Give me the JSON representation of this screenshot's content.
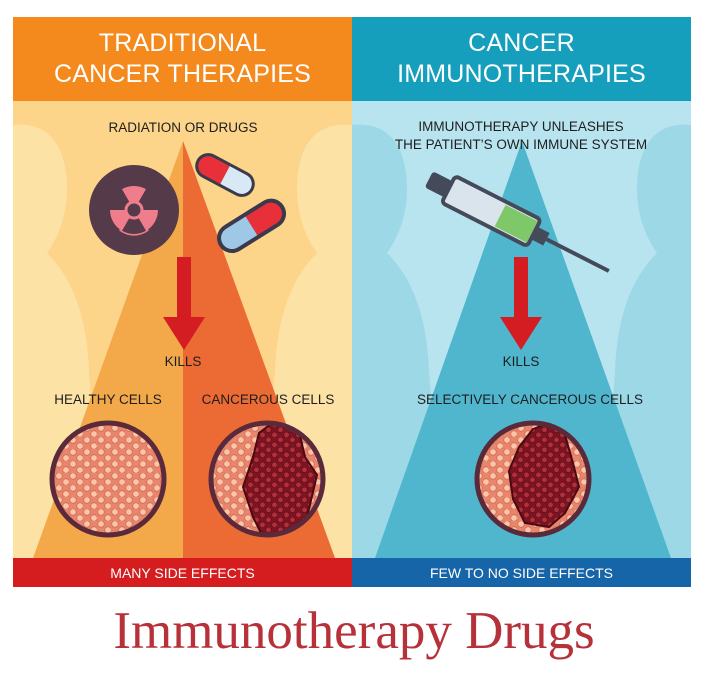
{
  "left_panel": {
    "header_lines": [
      "TRADITIONAL",
      "CANCER THERAPIES"
    ],
    "source_label": "RADIATION OR DRUGS",
    "kills_label": "KILLS",
    "healthy_label": "HEALTHY CELLS",
    "cancerous_label": "CANCEROUS CELLS",
    "footer": "MANY SIDE EFFECTS",
    "colors": {
      "header": "#f48a1e",
      "background": "#fcd48a",
      "footer": "#d51c1f"
    }
  },
  "right_panel": {
    "header_lines": [
      "CANCER",
      "IMMUNOTHERAPIES"
    ],
    "source_lines": [
      "IMMUNOTHERAPY UNLEASHES",
      "THE PATIENT’S OWN IMMUNE SYSTEM"
    ],
    "kills_label": "KILLS",
    "target_label": "SELECTIVELY CANCEROUS CELLS",
    "footer": "FEW TO NO SIDE EFFECTS",
    "colors": {
      "header": "#159fbd",
      "background": "#b8e4ef",
      "footer": "#1565a8"
    }
  },
  "caption": "Immunotherapy Drugs",
  "icons": [
    "radiation-icon",
    "capsule-icon",
    "syringe-icon",
    "arrow-down-icon",
    "cell-cluster-icon"
  ]
}
